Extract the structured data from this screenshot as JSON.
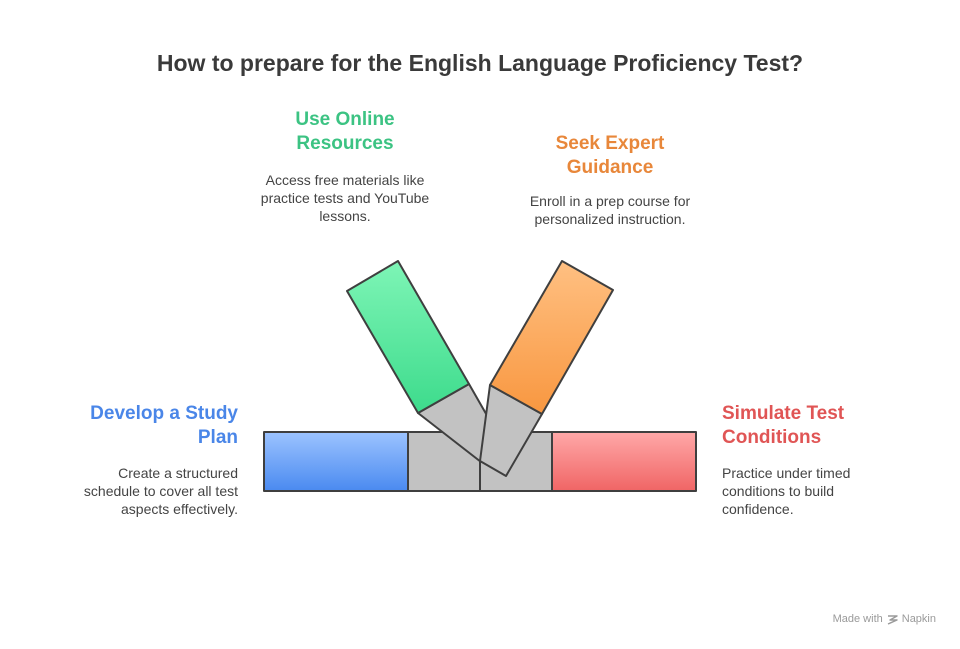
{
  "title": "How to prepare for the English Language Proficiency Test?",
  "steps": [
    {
      "heading": "Develop a Study Plan",
      "heading_lines": [
        "Develop a Study",
        "Plan"
      ],
      "description": "Create a structured schedule to cover all test aspects effectively.",
      "description_lines": [
        "Create a structured",
        "schedule to cover all test",
        "aspects effectively."
      ],
      "color": "#4a86e8"
    },
    {
      "heading": "Use Online Resources",
      "heading_lines": [
        "Use Online",
        "Resources"
      ],
      "description": "Access free materials like practice tests and YouTube lessons.",
      "description_lines": [
        "Access free materials like",
        "practice tests and YouTube",
        "lessons."
      ],
      "color": "#3cc383"
    },
    {
      "heading": "Seek Expert Guidance",
      "heading_lines": [
        "Seek Expert",
        "Guidance"
      ],
      "description": "Enroll in a prep course for personalized instruction.",
      "description_lines": [
        "Enroll in a prep course for",
        "personalized instruction."
      ],
      "color": "#e8873a"
    },
    {
      "heading": "Simulate Test Conditions",
      "heading_lines": [
        "Simulate Test",
        "Conditions"
      ],
      "description": "Practice under timed conditions to build confidence.",
      "description_lines": [
        "Practice under timed",
        "conditions to build",
        "confidence."
      ],
      "color": "#e05555"
    }
  ],
  "footer": {
    "made_with": "Made with",
    "brand": "Napkin",
    "logo_icon": "napkin-logo-icon"
  }
}
